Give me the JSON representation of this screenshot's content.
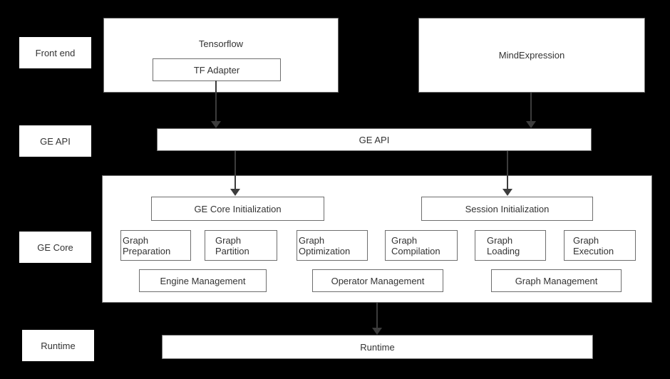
{
  "colors": {
    "background": "#000000",
    "box_background": "#ffffff",
    "box_border": "#6e6e6e",
    "text": "#333333",
    "arrow": "#3c3c3c"
  },
  "side_labels": {
    "front_end": "Front end",
    "ge_api": "GE API",
    "ge_core": "GE Core",
    "runtime": "Runtime"
  },
  "front_end": {
    "tensorflow": "Tensorflow",
    "tf_adapter": "TF Adapter",
    "mindexpression": "MindExpression"
  },
  "ge_api_bar": {
    "label": "GE API"
  },
  "ge_core": {
    "ge_core_initialization": "GE Core Initialization",
    "session_initialization": "Session Initialization",
    "modules": [
      "Graph Preparation",
      "Graph Partition",
      "Graph Optimization",
      "Graph Compilation",
      "Graph Loading",
      "Graph Execution"
    ],
    "management": [
      "Engine Management",
      "Operator Management",
      "Graph Management"
    ]
  },
  "runtime_bar": {
    "label": "Runtime"
  }
}
